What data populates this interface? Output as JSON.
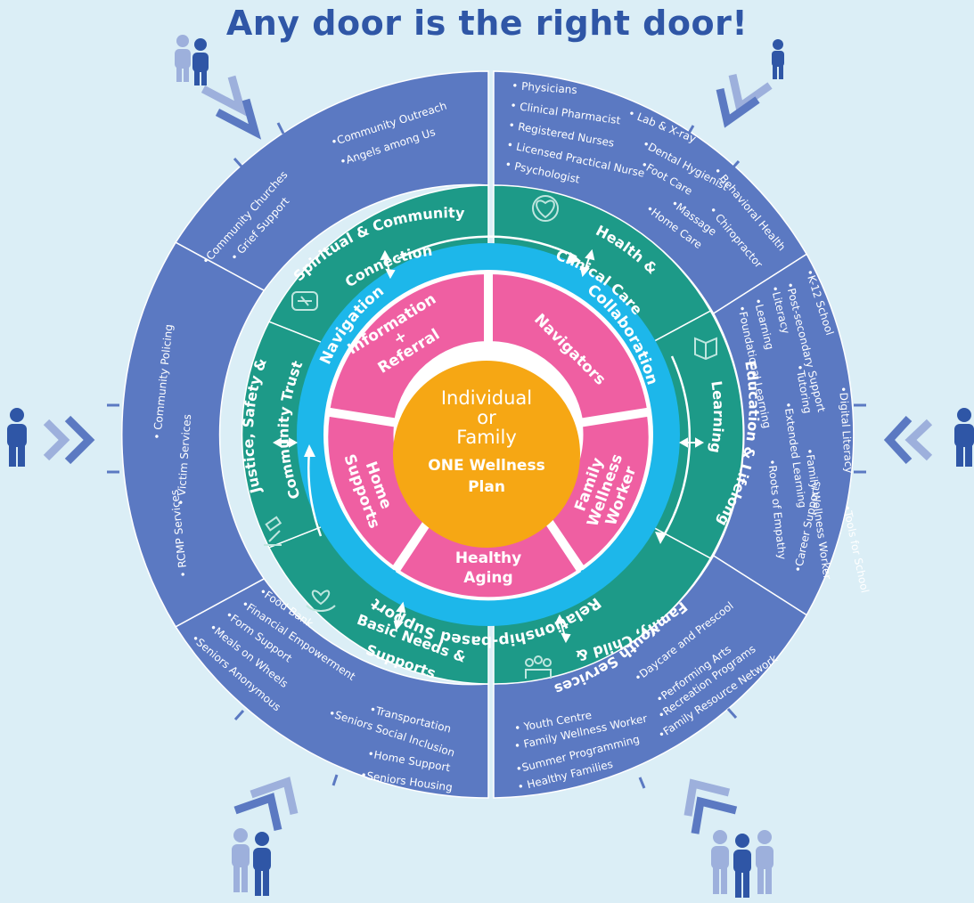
{
  "title": "Any door is the right door!",
  "center": {
    "line1": "Individual",
    "line2": "or",
    "line3": "Family",
    "plan1": "ONE Wellness",
    "plan2": "Plan"
  },
  "pink": {
    "info1": "Information",
    "info2": "+",
    "info3": "Referral",
    "navigators": "Navigators",
    "family1": "Family",
    "family2": "Wellness",
    "family3": "Worker",
    "aging1": "Healthy",
    "aging2": "Aging",
    "home1": "Home",
    "home2": "Supports"
  },
  "ring": {
    "navigation": "Navigation",
    "collaboration": "Collaboration",
    "relationship": "Relationship-based Support"
  },
  "green": {
    "spiritual1": "Spiritual & Community",
    "spiritual2": "Connection",
    "health1": "Health &",
    "health2": "Clinical Care",
    "education1": "Education & Lifelong",
    "education2": "Learning",
    "family1": "Family, Child &",
    "family2": "Youth Services",
    "basic1": "Basic Needs &",
    "basic2": "Supports",
    "justice1": "Justice, Safety &",
    "justice2": "Community Trust"
  },
  "blue": {
    "spiritual": [
      "•Community Outreach",
      "•Angels among Us",
      "•Community Churches",
      "• Grief Support"
    ],
    "health": [
      "• Physicians",
      "• Clinical Pharmacist",
      "• Registered Nurses",
      "• Licensed Practical Nurse",
      "• Psychologist",
      "• Lab & X-ray",
      "•Dental Hygienist",
      "•Foot Care",
      "•Massage",
      "•Home Care",
      "• Behavioral Health",
      "• Chiropractor"
    ],
    "education": [
      "•K-12 School",
      "•Post-secondary Support",
      "•Literacy",
      "•Learning",
      "•Foundational Learning",
      "•Tutoring",
      "•Extended Learning",
      "•Roots of Empathy",
      "•Digital Literacy",
      "•Career Supports",
      "•Family Wellness Worker",
      "•Tools for School"
    ],
    "family": [
      "•Daycare and Prescool",
      "•Performing Arts",
      "•Recreation Programs",
      "•Family Resource Network",
      "• Youth Centre",
      "• Family Wellness Worker",
      "•Summer Programming",
      "• Healthy Families"
    ],
    "basic": [
      "•Food Bank",
      "•Financial Empowerment",
      "•Form Support",
      "•Meals on Wheels",
      "•Seniors Anonymous",
      "•Transportation",
      "•Seniors Social Inclusion",
      "•Home Support",
      "•Seniors Housing"
    ],
    "justice": [
      "• Community Policing",
      "• Victim Services",
      "• RCMP Services"
    ]
  },
  "colors": {
    "background": "#dbeef6",
    "title": "#2f56a6",
    "blue_ring": "#5b79c2",
    "green_ring": "#1d9a88",
    "cyan_ring": "#1db7ea",
    "pink": "#ef5fa2",
    "center": "#f6a714",
    "people_dark": "#2f56a6",
    "people_light": "#9db0dc",
    "chevron_dark": "#5b79c2",
    "chevron_light": "#9db0dc"
  },
  "icons": [
    "heart-hand-icon",
    "handshake-icon",
    "book-icon",
    "gavel-icon",
    "hands-heart-icon",
    "family-icon",
    "person-icon",
    "chevron-icon",
    "arrow-icon"
  ]
}
